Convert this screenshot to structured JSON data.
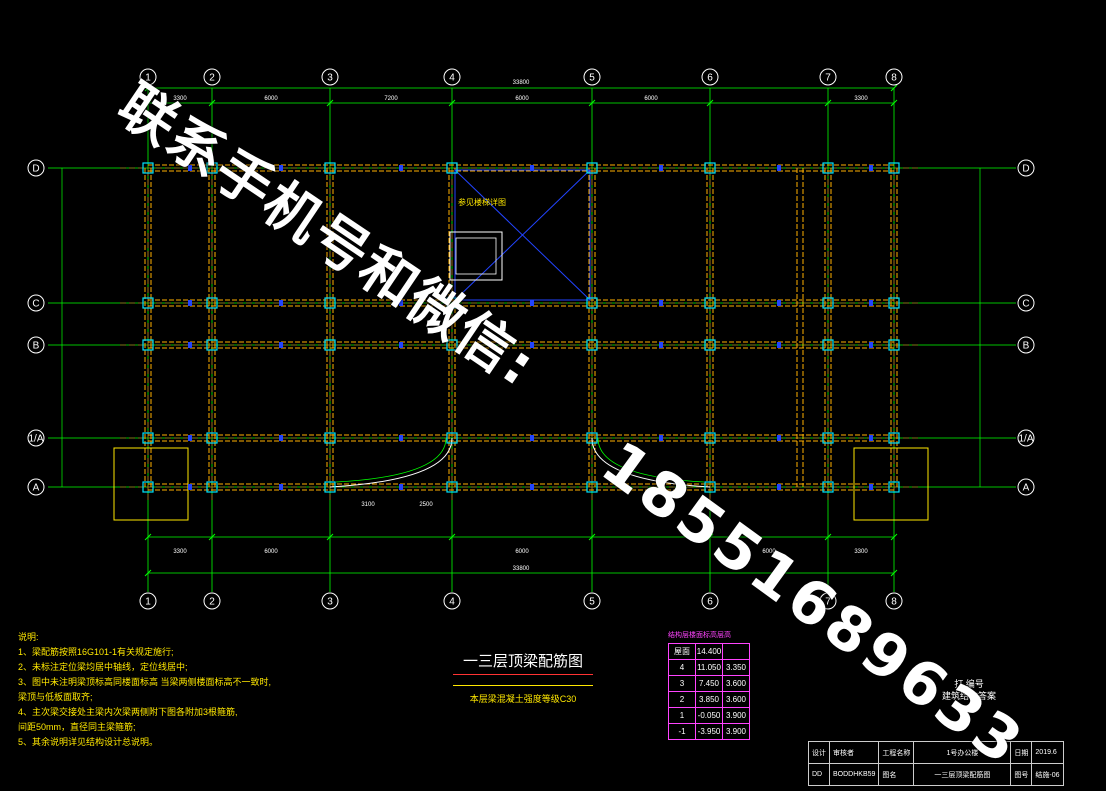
{
  "axes": {
    "x_labels": [
      "1",
      "2",
      "3",
      "4",
      "5",
      "6",
      "7",
      "8"
    ],
    "y_labels": [
      "D",
      "C",
      "B",
      "1/A",
      "A"
    ]
  },
  "dims": {
    "top_total": "33800",
    "top_segments": [
      "3300",
      "6000",
      "7200",
      "6000",
      "6000",
      "3300"
    ],
    "bottom_total": "33800",
    "bottom_segments": [
      "3300",
      "6000",
      "6000",
      "6000",
      "3300"
    ],
    "stair_segments": [
      "3100",
      "2500"
    ]
  },
  "plan_labels": {
    "elevator_note": "参见楼梯详图"
  },
  "notes": {
    "header": "说明:",
    "lines": [
      "1、梁配筋按照16G101-1有关规定施行;",
      "2、未标注定位梁均居中轴线，定位线居中;",
      "3、图中未注明梁顶标高同楼面标高 当梁两侧楼面标高不一致时,",
      "   梁顶与低板面取齐;",
      "4、主次梁交接处主梁内次梁两侧附下图各附加3根箍筋,",
      "   间距50mm，直径同主梁箍筋;",
      "5、其余说明详见结构设计总说明。"
    ]
  },
  "title": {
    "main": "一三层顶梁配筋图",
    "sub": "本层梁混凝土强度等级C30"
  },
  "level_table": {
    "caption": "结构层楼面标高层高",
    "rows": [
      [
        "屋面",
        "14.400",
        ""
      ],
      [
        "4",
        "11.050",
        "3.350"
      ],
      [
        "3",
        "7.450",
        "3.600"
      ],
      [
        "2",
        "3.850",
        "3.600"
      ],
      [
        "1",
        "-0.050",
        "3.900"
      ],
      [
        "-1",
        "-3.950",
        "3.900"
      ]
    ]
  },
  "stamp": {
    "line1": "打   编号",
    "line2": "建筑结构答案"
  },
  "info_table": {
    "row1": [
      "设计",
      "审核者",
      "工程名称",
      "1号办公楼",
      "日期",
      "2019.6"
    ],
    "row2": [
      "DD",
      "BODDHKB59",
      "图名",
      "一三层顶梁配筋图",
      "图号",
      "结施-06"
    ]
  },
  "watermark": {
    "line1": "联系手机号和微信:",
    "line2": "18551689633"
  },
  "colors": {
    "grid": "#00ff00",
    "beam": "#ffb000",
    "column": "#00e5ff",
    "tag": "#2244ff",
    "axisline": "#ff3333",
    "text": "#ffffff",
    "note": "#ffe800"
  }
}
